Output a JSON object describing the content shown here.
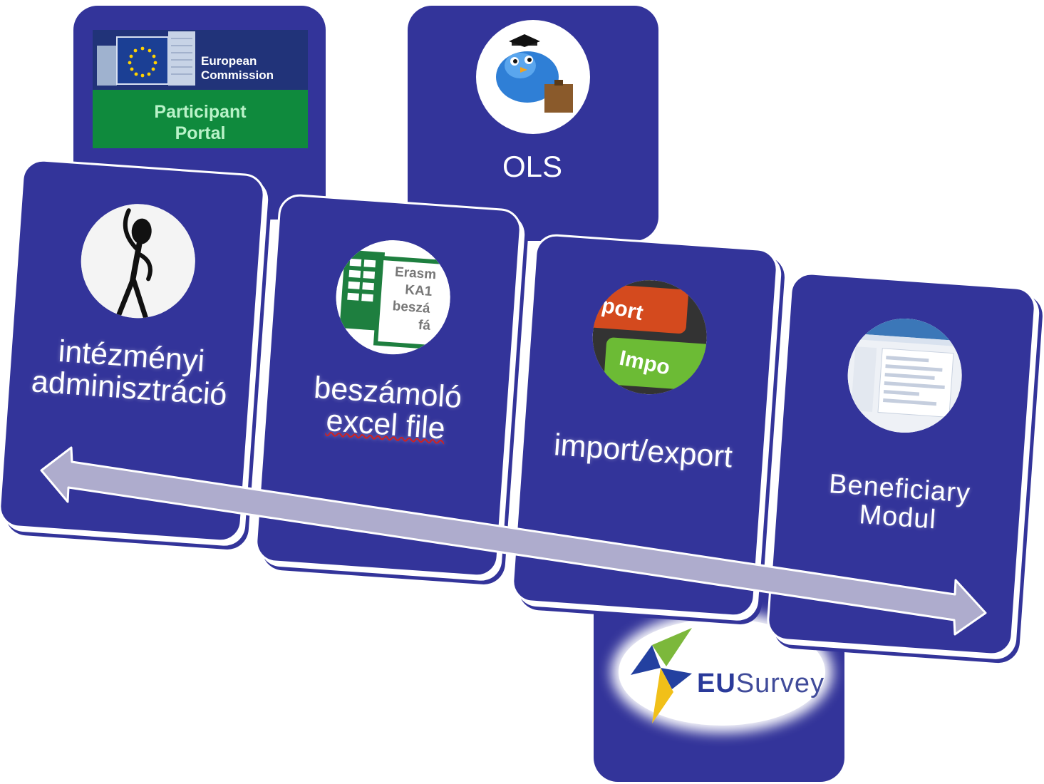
{
  "top_items": {
    "portal": {
      "brand_line1": "European",
      "brand_line2": "Commission",
      "title_line1": "Participant",
      "title_line2": "Portal"
    },
    "ols": {
      "label": "OLS"
    }
  },
  "panels": [
    {
      "lines": [
        "intézményi",
        "adminisztráció"
      ],
      "icon": "stick-figure-icon"
    },
    {
      "lines": [
        "beszámoló",
        "excel file"
      ],
      "icon": "excel-file-icon",
      "thumb_text": [
        "Erasm",
        "KA1",
        "beszá",
        "fá"
      ]
    },
    {
      "lines": [
        "import/export"
      ],
      "icon": "import-export-keys-icon",
      "thumb_text": [
        "port",
        "Impo"
      ]
    },
    {
      "lines": [
        "Beneficiary",
        "Modul"
      ],
      "icon": "screenshot-thumbnail-icon"
    }
  ],
  "bottom_item": {
    "brand_part1": "EU",
    "brand_part2": "Survey"
  },
  "colors": {
    "tile": "#33349a",
    "arrow": "#aeaccd",
    "eu_green": "#0f8a3d",
    "eu_blue": "#213379"
  }
}
